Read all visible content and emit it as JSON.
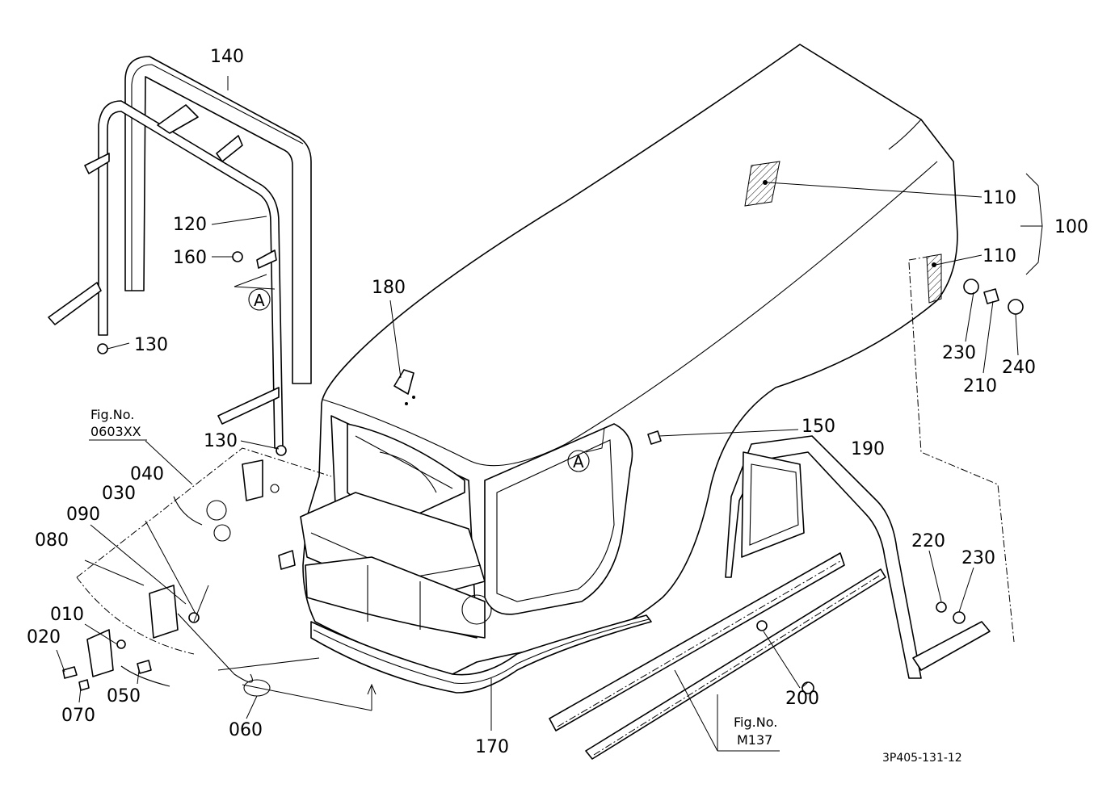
{
  "diagram": {
    "callouts": [
      {
        "id": "140",
        "text": "140"
      },
      {
        "id": "120",
        "text": "120"
      },
      {
        "id": "160",
        "text": "160"
      },
      {
        "id": "130a",
        "text": "130"
      },
      {
        "id": "130b",
        "text": "130"
      },
      {
        "id": "180",
        "text": "180"
      },
      {
        "id": "110a",
        "text": "110"
      },
      {
        "id": "110b",
        "text": "110"
      },
      {
        "id": "100",
        "text": "100"
      },
      {
        "id": "230a",
        "text": "230"
      },
      {
        "id": "210",
        "text": "210"
      },
      {
        "id": "240",
        "text": "240"
      },
      {
        "id": "150",
        "text": "150"
      },
      {
        "id": "190",
        "text": "190"
      },
      {
        "id": "220",
        "text": "220"
      },
      {
        "id": "230b",
        "text": "230"
      },
      {
        "id": "200",
        "text": "200"
      },
      {
        "id": "170",
        "text": "170"
      },
      {
        "id": "060",
        "text": "060"
      },
      {
        "id": "050",
        "text": "050"
      },
      {
        "id": "070",
        "text": "070"
      },
      {
        "id": "020",
        "text": "020"
      },
      {
        "id": "010",
        "text": "010"
      },
      {
        "id": "080",
        "text": "080"
      },
      {
        "id": "090",
        "text": "090"
      },
      {
        "id": "030",
        "text": "030"
      },
      {
        "id": "040",
        "text": "040"
      }
    ],
    "view_markers": [
      "A",
      "A"
    ],
    "figure_refs": [
      {
        "line1": "Fig.No.",
        "line2": "0603XX"
      },
      {
        "line1": "Fig.No.",
        "line2": "M137"
      }
    ],
    "drawing_code": "3P405-131-12"
  }
}
